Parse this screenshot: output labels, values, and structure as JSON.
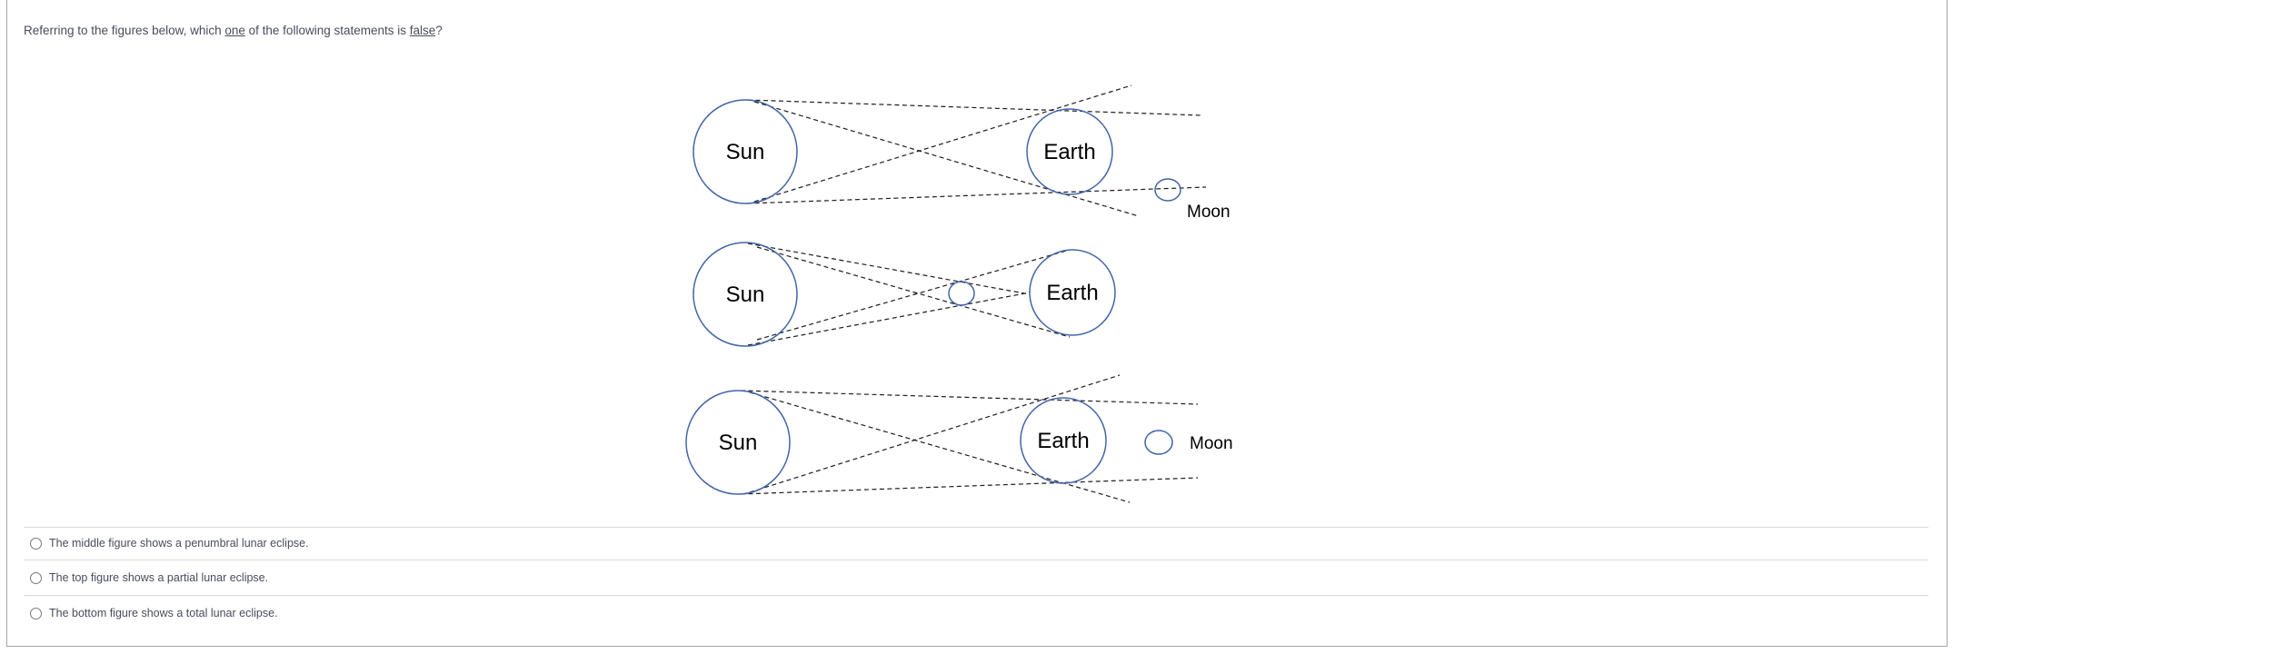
{
  "question": {
    "prefix": "Referring to the figures below, which ",
    "emph1": "one",
    "middle": " of the following statements is ",
    "emph2": "false",
    "suffix": "?"
  },
  "figures": [
    {
      "position": "top",
      "sun_label": "Sun",
      "earth_label": "Earth",
      "moon_label": "Moon"
    },
    {
      "position": "middle",
      "sun_label": "Sun",
      "earth_label": "Earth"
    },
    {
      "position": "bottom",
      "sun_label": "Sun",
      "earth_label": "Earth",
      "moon_label": "Moon"
    }
  ],
  "options": [
    {
      "label": "The middle figure shows a penumbral lunar eclipse.",
      "selected": false
    },
    {
      "label": "The top figure shows a partial lunar eclipse.",
      "selected": false
    },
    {
      "label": "The bottom figure shows a total lunar eclipse.",
      "selected": false
    }
  ],
  "colors": {
    "body_stroke_blue": "#4265a8",
    "shadow_line": "#1d1d1d",
    "text": "#494c5e",
    "divider": "#d9d9d9",
    "panel_border": "#a2a5a7"
  }
}
